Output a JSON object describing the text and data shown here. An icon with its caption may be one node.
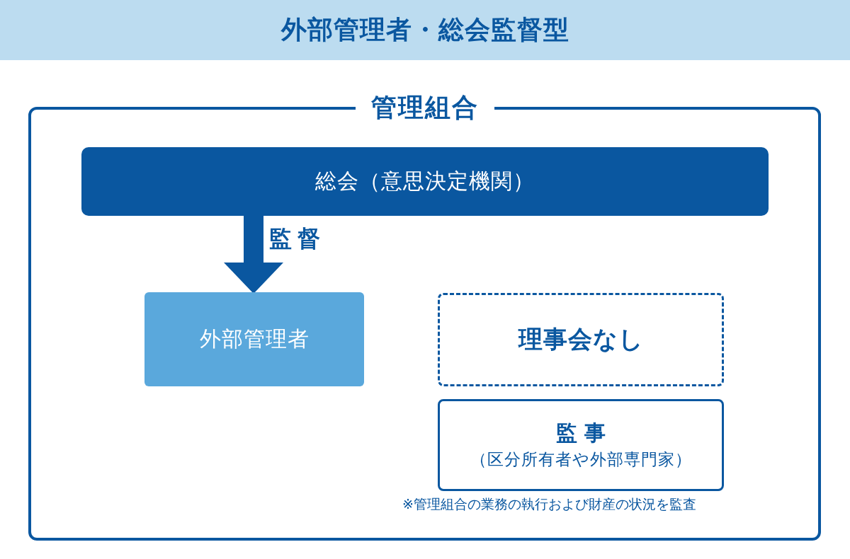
{
  "diagram": {
    "title": "外部管理者・総会監督型",
    "nodes": [
      {
        "text": [
          "管理組合"
        ]
      },
      {
        "text": [
          "総会（意思決定機関）"
        ],
        "in": 0
      },
      {
        "text": [
          "外部管理者"
        ],
        "in": 0
      },
      {
        "text": [
          "理事会なし"
        ],
        "in": 0
      },
      {
        "text": [
          "監事",
          "（区分所有者や外部専門家）"
        ],
        "in": 0,
        "beside": [
          "※管理組合の業務の執行および財産の状況を監査"
        ]
      }
    ],
    "edges": [
      {
        "from": 1,
        "to": 2,
        "arrow": "to",
        "label": "監督"
      }
    ]
  }
}
